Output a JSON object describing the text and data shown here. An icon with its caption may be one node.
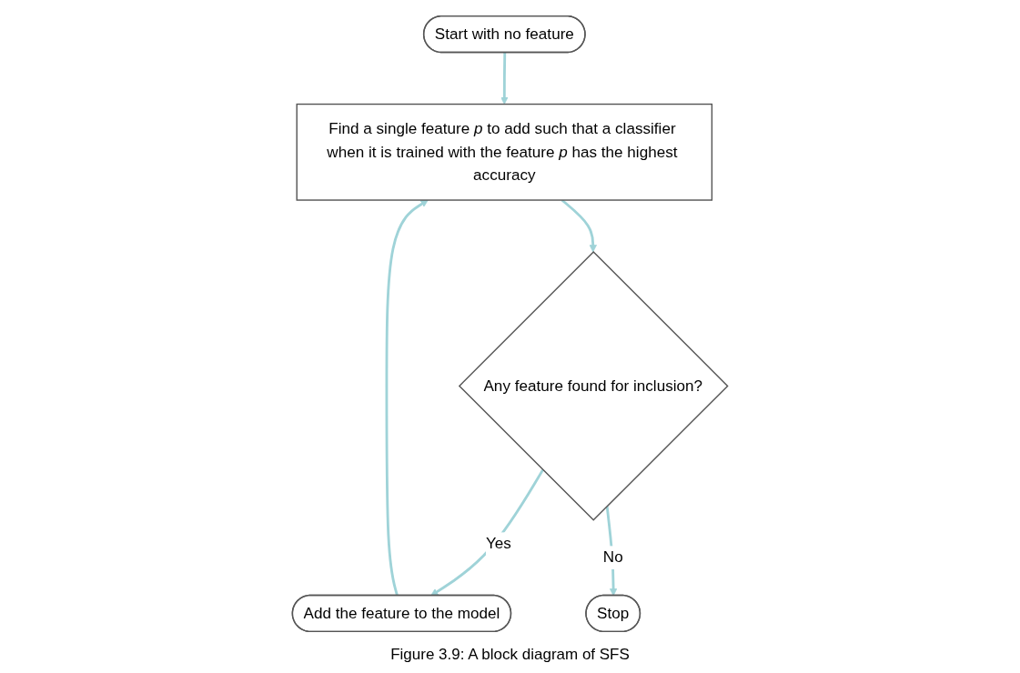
{
  "diagram": {
    "caption": "Figure 3.9: A block diagram of SFS",
    "nodes": [
      {
        "text": [
          "Start with no feature"
        ]
      },
      {
        "text": [
          "Find a single feature *p* to add such that a classifier when it is trained with the feature *p* has the highest accuracy"
        ]
      },
      {
        "text": [
          "Any feature found for inclusion?"
        ]
      },
      {
        "text": [
          "Add the feature to the model"
        ]
      },
      {
        "text": [
          "Stop"
        ]
      }
    ],
    "edges": [
      {
        "from": 0,
        "to": 1,
        "arrow": "to"
      },
      {
        "from": 1,
        "to": 2,
        "arrow": "to"
      },
      {
        "from": 2,
        "to": 3,
        "arrow": "to",
        "label": "Yes"
      },
      {
        "from": 2,
        "to": 4,
        "arrow": "to",
        "label": "No"
      },
      {
        "from": 3,
        "to": 1,
        "arrow": "to"
      }
    ]
  }
}
